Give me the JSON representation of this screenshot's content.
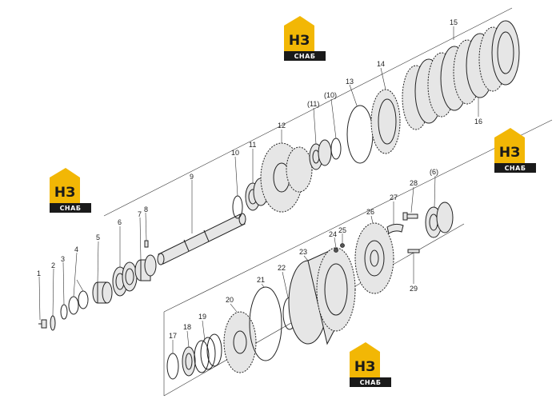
{
  "logos": [
    {
      "id": "logo-top",
      "mark": "НЗ",
      "caption": "СНАБ"
    },
    {
      "id": "logo-left",
      "mark": "НЗ",
      "caption": "СНАБ"
    },
    {
      "id": "logo-right",
      "mark": "НЗ",
      "caption": "СНАБ"
    },
    {
      "id": "logo-bottom",
      "mark": "НЗ",
      "caption": "СНАБ"
    }
  ],
  "colors": {
    "logo_yellow": "#f2b705",
    "logo_black": "#1a1a1a",
    "line": "#222222"
  },
  "labels": {
    "p1": "1",
    "p2": "2",
    "p3": "3",
    "p4": "4",
    "p5": "5",
    "p6": "6",
    "p7": "7",
    "p8": "8",
    "p9": "9",
    "p10": "10",
    "p11": "11",
    "p12": "12",
    "p13": "13",
    "p14": "14",
    "p15": "15",
    "p16": "16",
    "p17": "17",
    "p18": "18",
    "p19": "19",
    "p20": "20",
    "p21": "21",
    "p22": "22",
    "p23": "23",
    "p24": "24",
    "p25": "25",
    "p26": "26",
    "p27": "27",
    "p28": "28",
    "p29": "29",
    "p10b": "(10)",
    "p11b": "(11)",
    "p6b": "(6)"
  }
}
